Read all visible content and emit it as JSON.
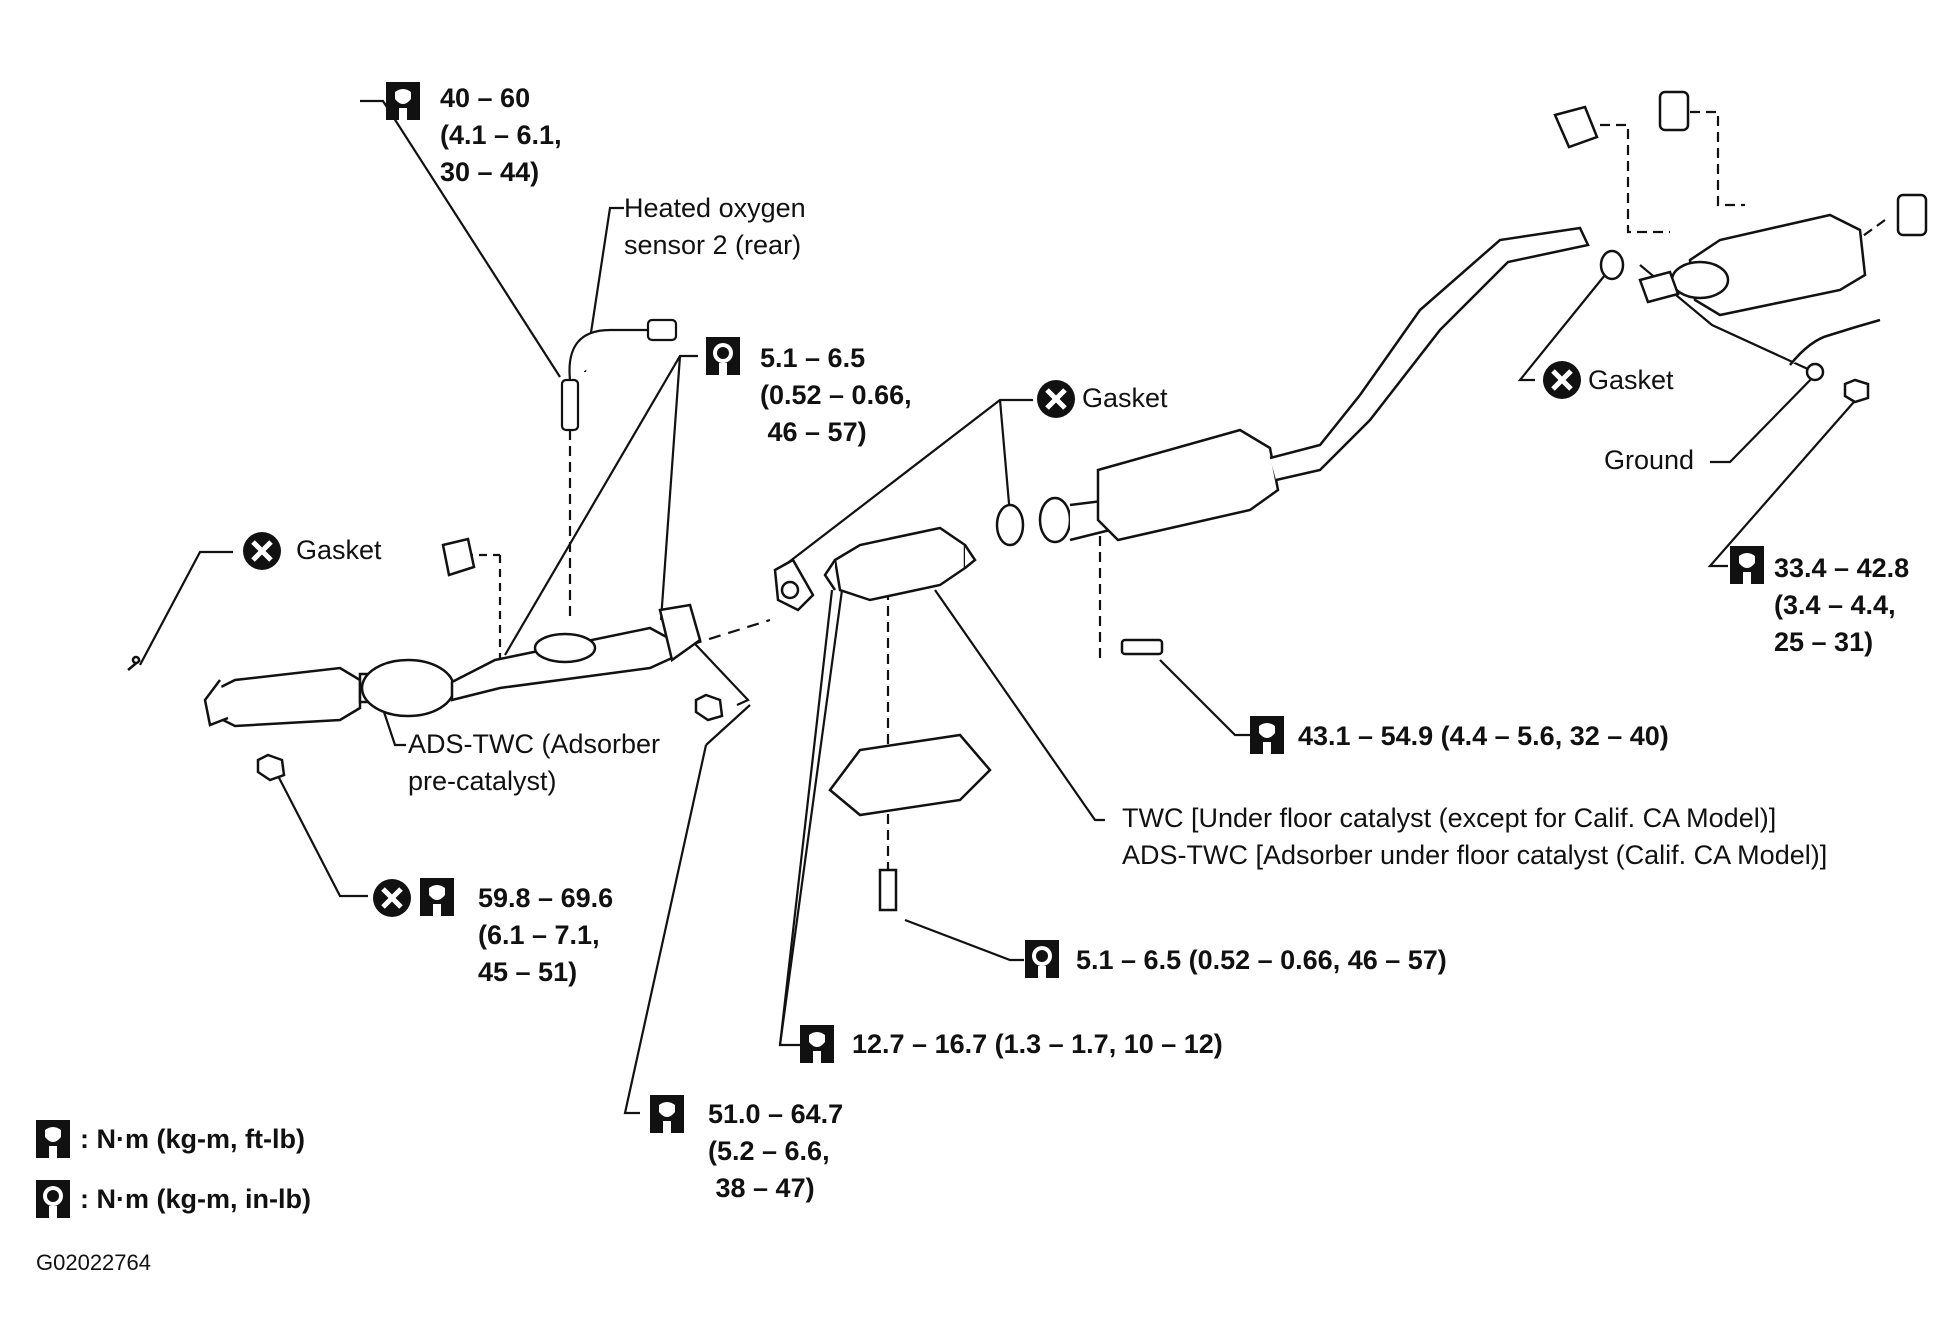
{
  "diagram_id": "G02022764",
  "labels": {
    "oxygen_sensor": [
      "Heated oxygen",
      "sensor 2 (rear)"
    ],
    "gasket_left": "Gasket",
    "gasket_center": "Gasket",
    "gasket_right": "Gasket",
    "ads_twc_pre": [
      "ADS-TWC (Adsorber",
      "pre-catalyst)"
    ],
    "ground": "Ground",
    "twc_under_floor": [
      "TWC [Under floor catalyst (except for Calif. CA Model)]",
      "ADS-TWC [Adsorber under floor catalyst (Calif. CA  Model)]"
    ]
  },
  "torques": {
    "sensor": [
      "40 – 60",
      "(4.1 – 6.1,",
      "30 – 44)"
    ],
    "heat_shield_top": [
      "5.1 – 6.5",
      "(0.52 – 0.66,",
      " 46 – 57)"
    ],
    "front_tube_nut": [
      "59.8 – 69.6",
      "(6.1 – 7.1,",
      "45 – 51)"
    ],
    "flange_nut": [
      "51.0 – 64.7",
      "(5.2 – 6.6,",
      " 38 – 47)"
    ],
    "flange_bolts": "12.7 – 16.7 (1.3 – 1.7, 10 – 12)",
    "shield_bolt": "5.1 – 6.5 (0.52 – 0.66, 46 – 57)",
    "center_bolt": "43.1 – 54.9 (4.4 – 5.6, 32 – 40)",
    "ground_nut": [
      "33.4 – 42.8",
      "(3.4 – 4.4,",
      "25 – 31)"
    ]
  },
  "legend": {
    "outline_unit": ": N·m (kg-m, ft-lb)",
    "solid_unit": ": N·m (kg-m, in-lb)"
  }
}
